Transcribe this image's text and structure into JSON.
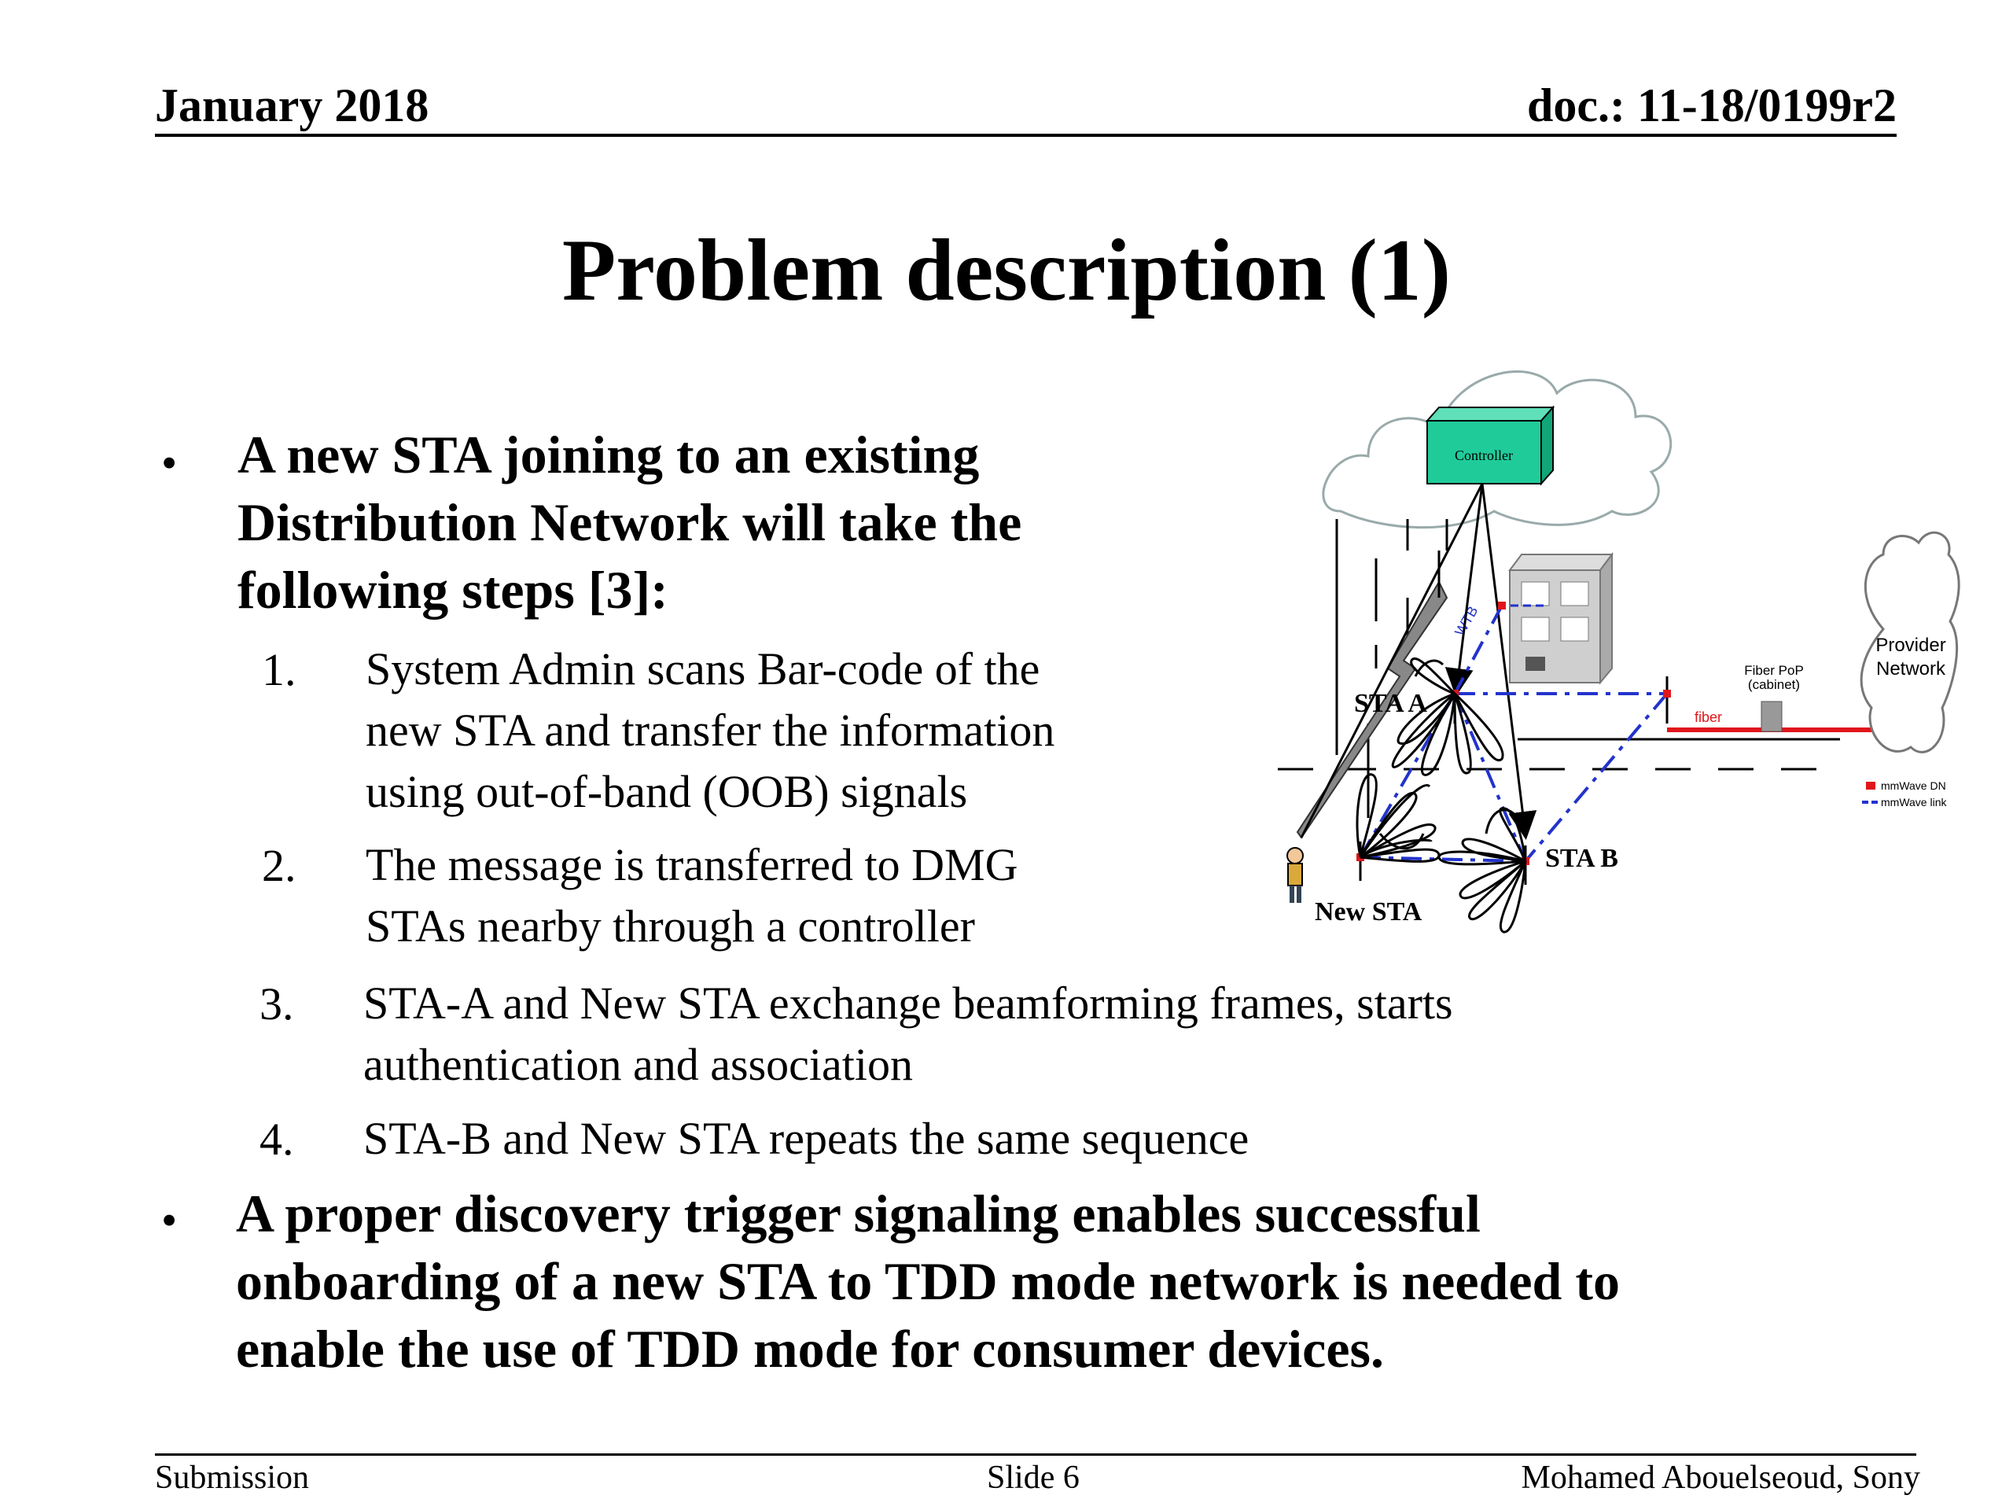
{
  "header": {
    "date": "January 2018",
    "doc": "doc.: 11-18/0199r2"
  },
  "title": "Problem description (1)",
  "bullets": [
    {
      "text_lines": [
        "A new STA joining to an existing",
        "Distribution Network will take the",
        "following steps [3]:"
      ]
    },
    {
      "text_lines": [
        "A proper discovery trigger signaling enables successful",
        "onboarding of a new STA to TDD mode network is needed to",
        "enable the use of TDD mode for consumer devices."
      ]
    }
  ],
  "steps": [
    {
      "num": "1.",
      "lines": [
        "System Admin scans Bar-code of the",
        "new STA and transfer the information",
        "using out-of-band (OOB) signals"
      ]
    },
    {
      "num": "2.",
      "lines": [
        "The message is transferred to DMG",
        "STAs nearby through a controller"
      ]
    },
    {
      "num": "3.",
      "lines": [
        "STA-A and  New STA exchange beamforming frames, starts",
        "authentication and association"
      ]
    },
    {
      "num": "4.",
      "lines": [
        "STA-B and  New STA repeats the same sequence"
      ]
    }
  ],
  "diagram": {
    "controller": "Controller",
    "provider_network": [
      "Provider",
      "Network"
    ],
    "fiber_pop": [
      "Fiber PoP",
      "(cabinet)"
    ],
    "fiber": "fiber",
    "wtb": "WTB",
    "sta_a": "STA A",
    "sta_b": "STA B",
    "new_sta": "New STA",
    "legend": [
      "mmWave DN",
      "mmWave link"
    ],
    "colors": {
      "controller_fill": "#1fcc99",
      "fiber": "#e0161b",
      "link": "#2233cc"
    }
  },
  "footer": {
    "left": "Submission",
    "center": "Slide 6",
    "right": "Mohamed Abouelseoud, Sony"
  }
}
